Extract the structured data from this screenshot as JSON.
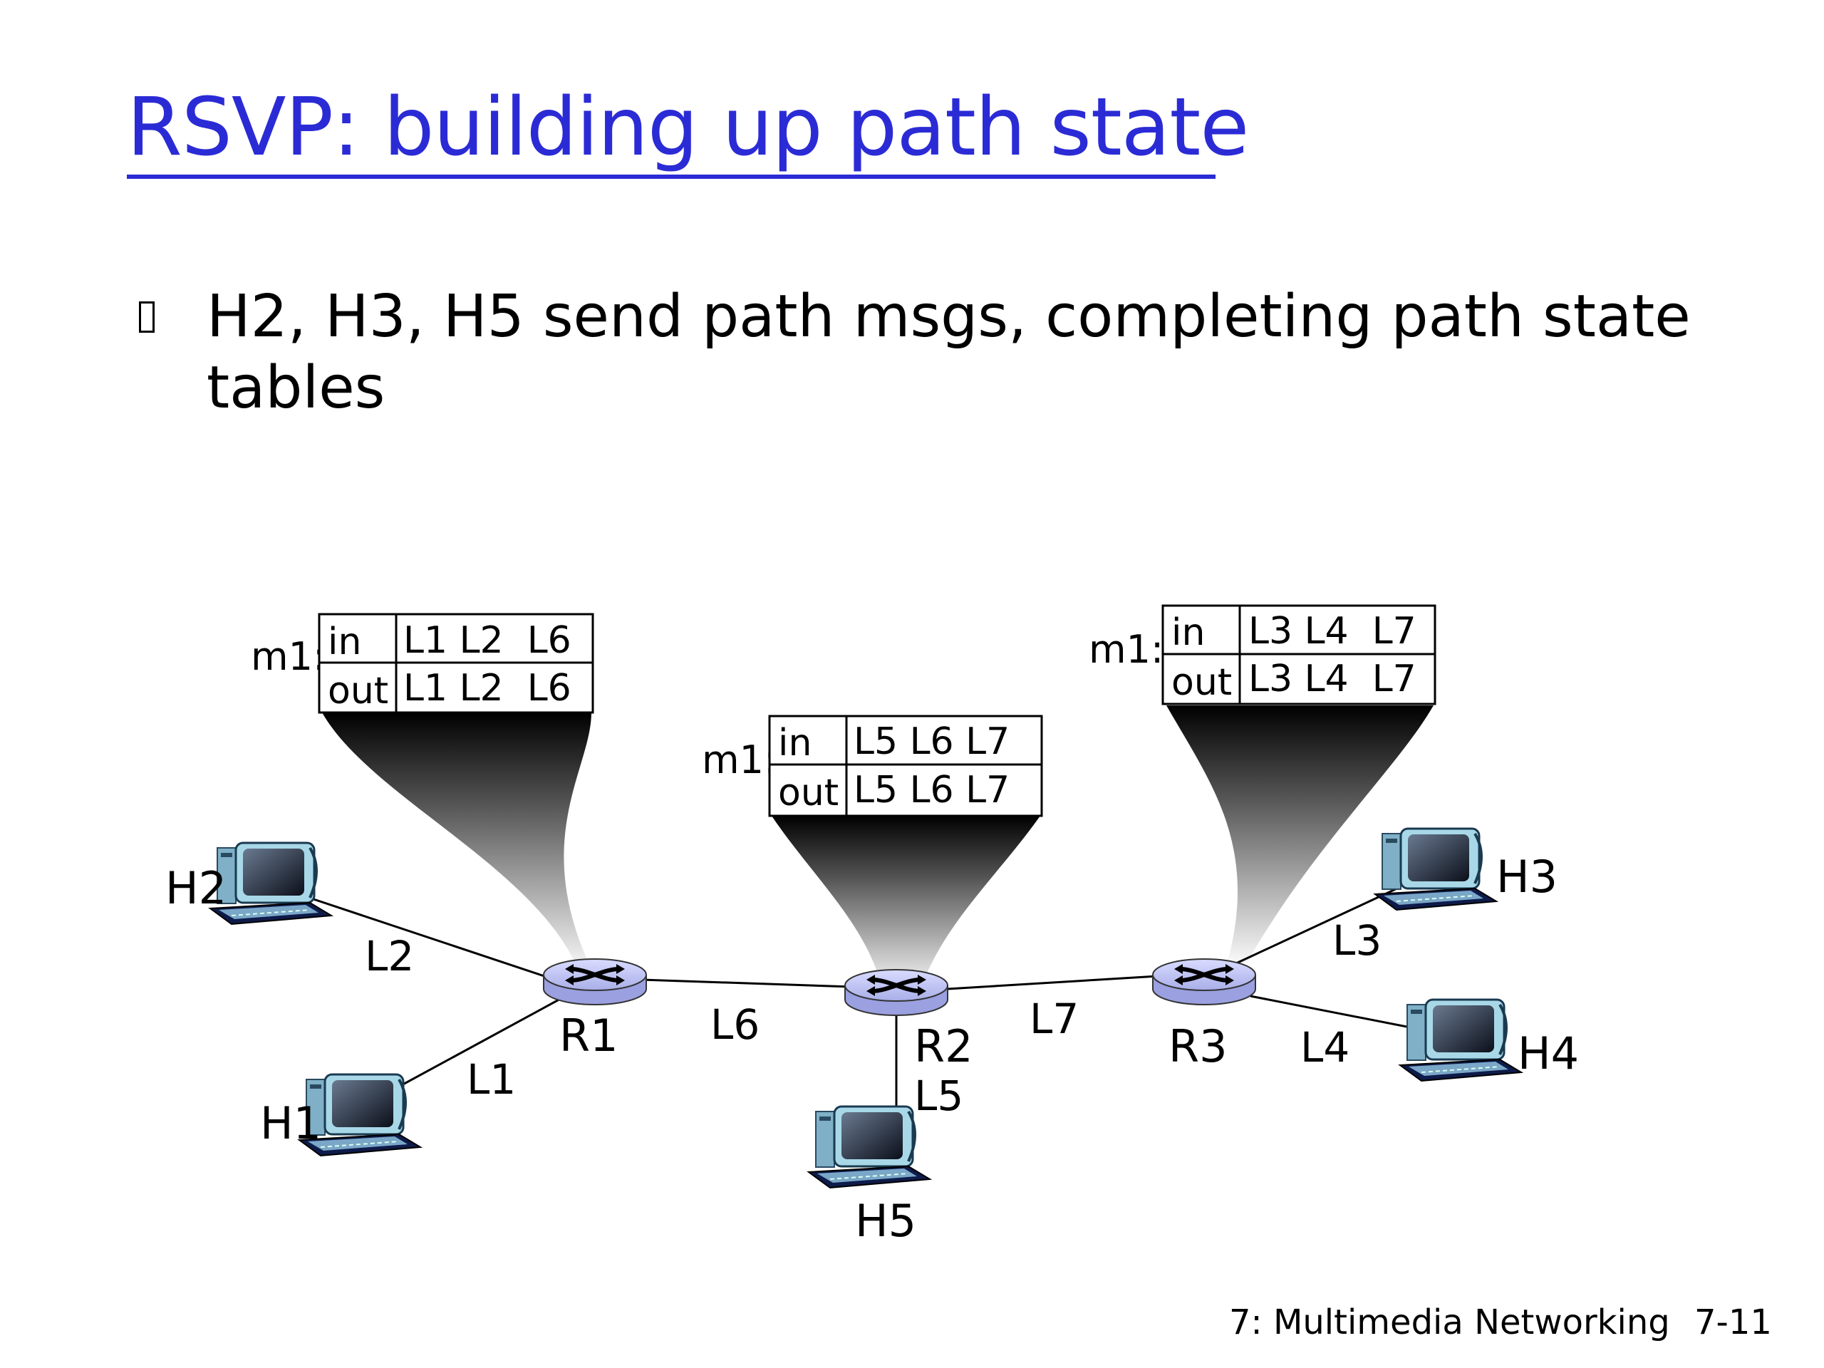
{
  "slide": {
    "title": "RSVP: building up path state",
    "bullet": "H2, H3, H5 send path msgs, completing path state tables",
    "footer_left": "7: Multimedia Networking",
    "footer_right": "7-11"
  },
  "hosts": [
    {
      "id": "H2",
      "label": "H2"
    },
    {
      "id": "H1",
      "label": "H1"
    },
    {
      "id": "H5",
      "label": "H5"
    },
    {
      "id": "H3",
      "label": "H3"
    },
    {
      "id": "H4",
      "label": "H4"
    }
  ],
  "routers": [
    {
      "id": "R1",
      "label": "R1"
    },
    {
      "id": "R2",
      "label": "R2"
    },
    {
      "id": "R3",
      "label": "R3"
    }
  ],
  "links": [
    {
      "id": "L1",
      "label": "L1",
      "from": "H1",
      "to": "R1"
    },
    {
      "id": "L2",
      "label": "L2",
      "from": "H2",
      "to": "R1"
    },
    {
      "id": "L6",
      "label": "L6",
      "from": "R1",
      "to": "R2"
    },
    {
      "id": "L5",
      "label": "L5",
      "from": "H5",
      "to": "R2"
    },
    {
      "id": "L7",
      "label": "L7",
      "from": "R2",
      "to": "R3"
    },
    {
      "id": "L3",
      "label": "L3",
      "from": "H3",
      "to": "R3"
    },
    {
      "id": "L4",
      "label": "L4",
      "from": "H4",
      "to": "R3"
    }
  ],
  "tables": [
    {
      "router": "R1",
      "label": "m1:",
      "in_label": "in",
      "in": "L1 L2  L6",
      "out_label": "out",
      "out": "L1 L2  L6"
    },
    {
      "router": "R2",
      "label": "m1:",
      "in_label": "in",
      "in": "L5 L6 L7",
      "out_label": "out",
      "out": "L5 L6 L7"
    },
    {
      "router": "R3",
      "label": "m1:",
      "in_label": "in",
      "in": "L3 L4  L7",
      "out_label": "out",
      "out": "L3 L4  L7"
    }
  ]
}
